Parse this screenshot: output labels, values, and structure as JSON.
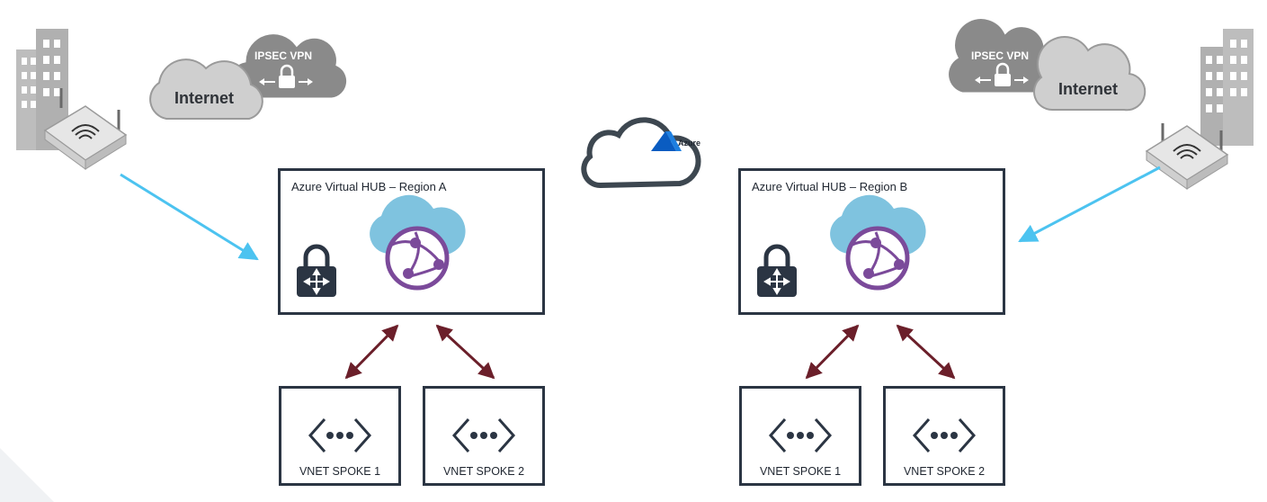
{
  "hubs": [
    {
      "title": "Azure Virtual HUB – Region A"
    },
    {
      "title": "Azure Virtual HUB – Region B"
    }
  ],
  "spokes": {
    "a1": "VNET SPOKE 1",
    "a2": "VNET SPOKE 2",
    "b1": "VNET SPOKE 1",
    "b2": "VNET SPOKE 2"
  },
  "clouds": {
    "internet_left": "Internet",
    "vpn_left": "IPSEC VPN",
    "internet_right": "Internet",
    "vpn_right": "IPSEC VPN",
    "azure": "Azure"
  },
  "colors": {
    "box_border": "#2b3543",
    "site_link": "#4cc3f0",
    "spoke_link": "#6b1f2a",
    "internet_cloud": "#c9c9c9",
    "vpn_cloud": "#8a8a8a",
    "hub_cloud": "#7fc3df",
    "globe": "#7b4a9a",
    "building": "#bdbdbd"
  },
  "icons": [
    "building-icon",
    "router-icon",
    "internet-cloud-icon",
    "vpn-cloud-icon",
    "lock-icon",
    "azure-cloud-icon",
    "azure-logo-icon",
    "virtual-wan-icon",
    "vpn-gateway-lock-icon",
    "vnet-icon"
  ]
}
